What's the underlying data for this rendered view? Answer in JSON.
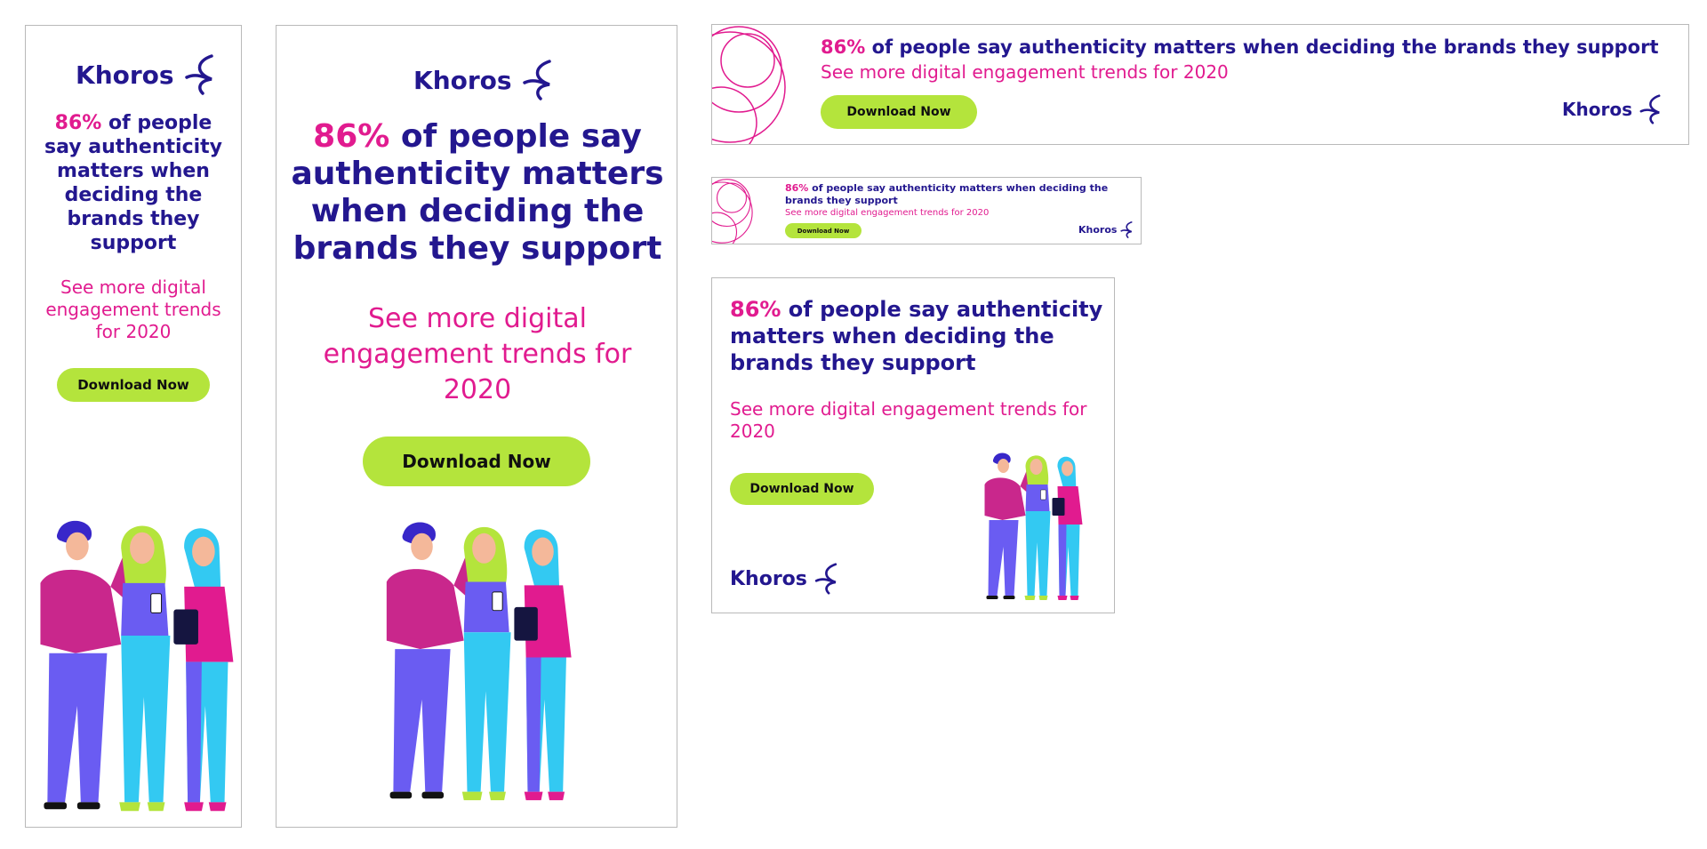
{
  "brand": {
    "name": "Khoros"
  },
  "headline": {
    "pct": "86%",
    "rest": " of people say authenticity matters when deciding the brands they support"
  },
  "subline": "See more digital engagement trends for 2020",
  "cta": "Download Now",
  "colors": {
    "navy": "#23178f",
    "pink": "#e11b8f",
    "lime": "#b4e43c",
    "cyan": "#33c9f2",
    "purple": "#6a5cf2",
    "magenta": "#c9278c"
  }
}
